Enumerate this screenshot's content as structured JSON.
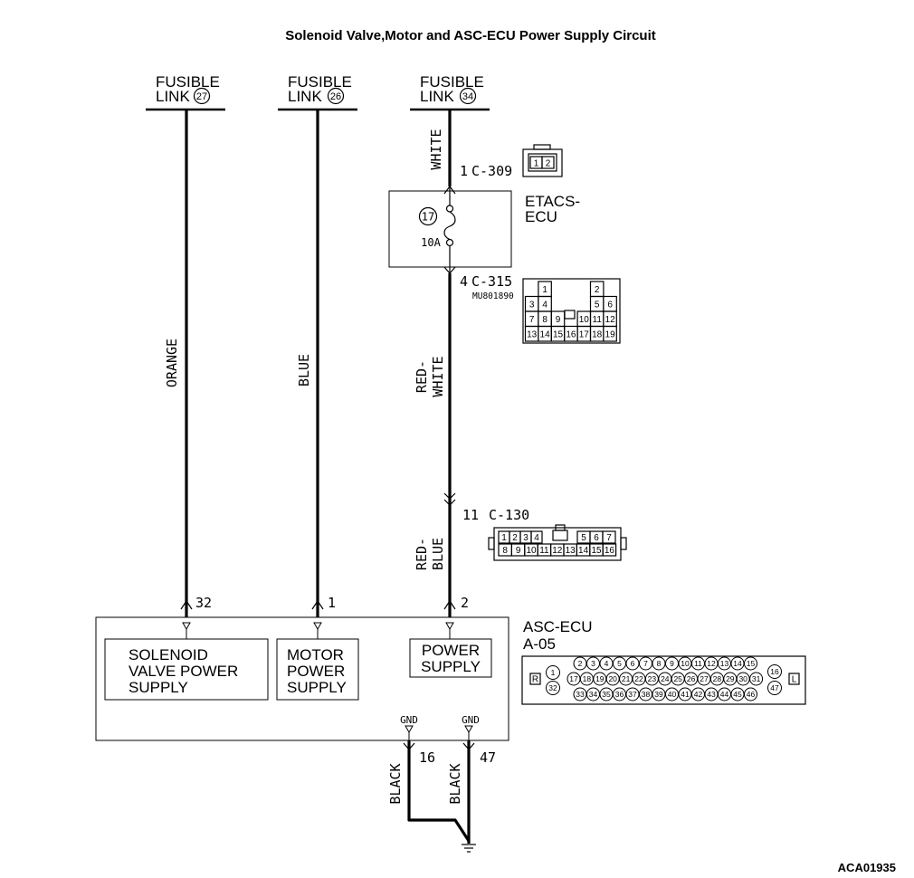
{
  "title": "Solenoid Valve,Motor and ASC-ECU Power Supply Circuit",
  "fusible_links": [
    {
      "line1": "FUSIBLE",
      "line2": "LINK",
      "number": "27"
    },
    {
      "line1": "FUSIBLE",
      "line2": "LINK",
      "number": "26"
    },
    {
      "line1": "FUSIBLE",
      "line2": "LINK",
      "number": "34"
    }
  ],
  "wire_colors": {
    "fusible_27": "ORANGE",
    "fusible_26": "BLUE",
    "fusible_34": "WHITE",
    "etacs_to_c130": [
      "RED-",
      "WHITE"
    ],
    "c130_to_ecu": [
      "RED-",
      "BLUE"
    ],
    "ground_16": "BLACK",
    "ground_47": "BLACK"
  },
  "etacs_ecu": {
    "line1": "ETACS-",
    "line2": "ECU",
    "fuse_number": "17",
    "fuse_rating": "10A"
  },
  "connectors": {
    "c309": {
      "pin": "1",
      "name": "C-309",
      "cells": [
        "1",
        "2"
      ]
    },
    "c315": {
      "pin": "4",
      "name": "C-315",
      "part_number": "MU801890",
      "cells": [
        "1",
        "2",
        "3",
        "4",
        "5",
        "6",
        "7",
        "8",
        "9",
        "10",
        "11",
        "12",
        "13",
        "14",
        "15",
        "16",
        "17",
        "18",
        "19"
      ]
    },
    "c130": {
      "pin": "11",
      "name": "C-130",
      "cells_top": [
        "1",
        "2",
        "3",
        "4",
        "5",
        "6",
        "7"
      ],
      "cells_bottom": [
        "8",
        "9",
        "10",
        "11",
        "12",
        "13",
        "14",
        "15",
        "16"
      ]
    },
    "a05": {
      "left_mark": "R",
      "right_mark": "L",
      "left_pins": [
        "1",
        "32"
      ],
      "right_pins": [
        "16",
        "47"
      ],
      "row1": [
        "2",
        "3",
        "4",
        "5",
        "6",
        "7",
        "8",
        "9",
        "10",
        "11",
        "12",
        "13",
        "14",
        "15"
      ],
      "row2": [
        "17",
        "18",
        "19",
        "20",
        "21",
        "22",
        "23",
        "24",
        "25",
        "26",
        "27",
        "28",
        "29",
        "30",
        "31"
      ],
      "row3": [
        "33",
        "34",
        "35",
        "36",
        "37",
        "38",
        "39",
        "40",
        "41",
        "42",
        "43",
        "44",
        "45",
        "46"
      ]
    }
  },
  "asc_ecu": {
    "label": "ASC-ECU",
    "connector_label": "A-05",
    "input_pins": [
      "32",
      "1",
      "2"
    ],
    "ground_pins": [
      "16",
      "47"
    ],
    "ground_labels": [
      "GND",
      "GND"
    ],
    "blocks": [
      {
        "lines": [
          "SOLENOID",
          "VALVE POWER",
          "SUPPLY"
        ]
      },
      {
        "lines": [
          "MOTOR",
          "POWER",
          "SUPPLY"
        ]
      },
      {
        "lines": [
          "POWER",
          "SUPPLY"
        ]
      }
    ]
  },
  "figure_id": "ACA01935"
}
